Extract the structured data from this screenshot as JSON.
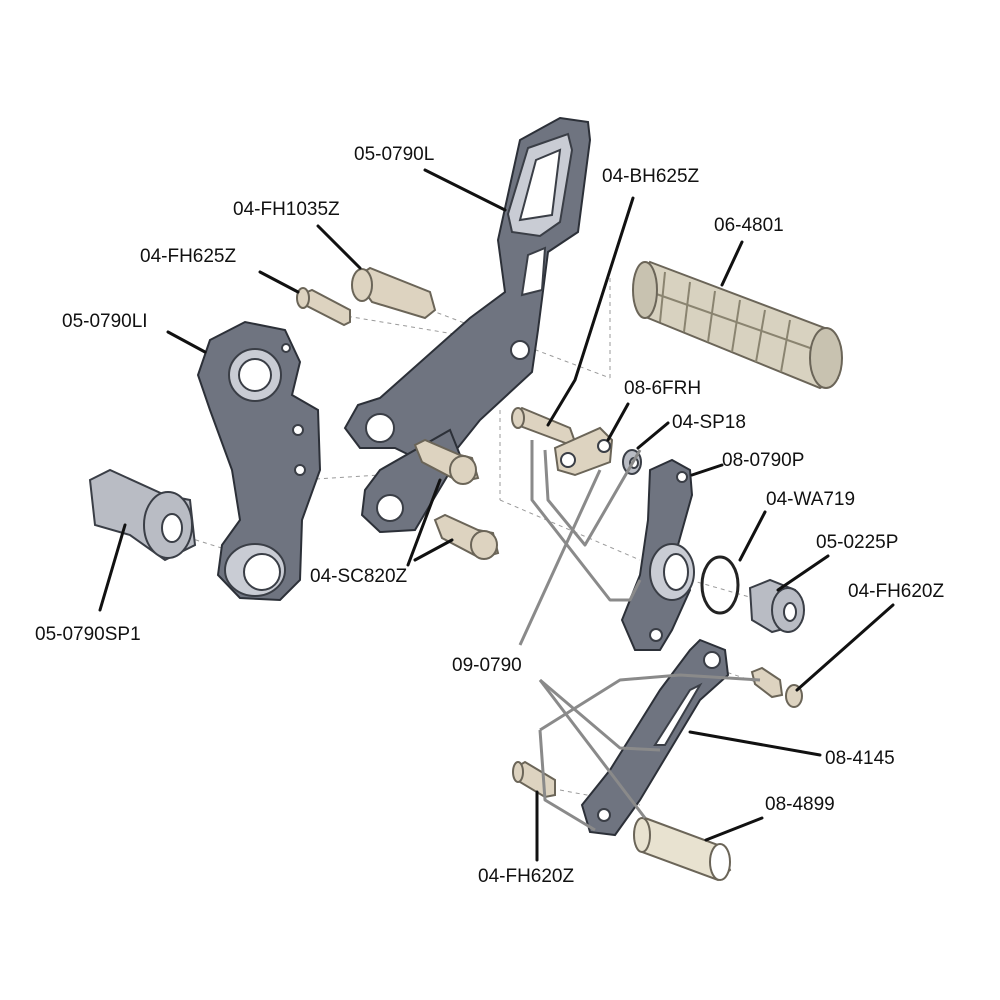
{
  "diagram": {
    "labels": {
      "p_05_0790L": "05-0790L",
      "p_04_BH625Z": "04-BH625Z",
      "p_04_FH1035Z": "04-FH1035Z",
      "p_06_4801": "06-4801",
      "p_04_FH625Z": "04-FH625Z",
      "p_05_0790LI": "05-0790LI",
      "p_08_6FRH": "08-6FRH",
      "p_04_SP18": "04-SP18",
      "p_08_0790P": "08-0790P",
      "p_04_WA719": "04-WA719",
      "p_05_0225P": "05-0225P",
      "p_04_SC820Z": "04-SC820Z",
      "p_04_FH620Z_a": "04-FH620Z",
      "p_05_0790SP1": "05-0790SP1",
      "p_09_0790": "09-0790",
      "p_08_4145": "08-4145",
      "p_08_4899": "08-4899",
      "p_04_FH620Z_b": "04-FH620Z"
    }
  }
}
